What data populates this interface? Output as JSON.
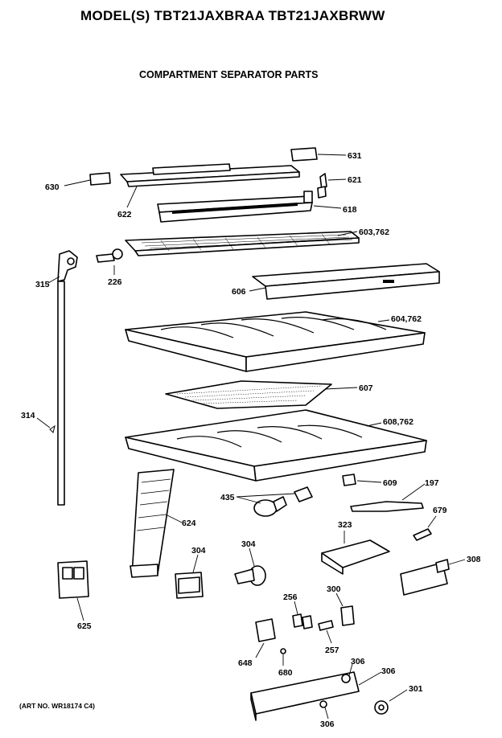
{
  "header": {
    "title": "MODEL(S) TBT21JAXBRAA  TBT21JAXBRWW",
    "subtitle": "COMPARTMENT SEPARATOR PARTS"
  },
  "footer": {
    "art_no": "(ART NO. WR18174 C4)"
  },
  "callouts": {
    "p631": "631",
    "p630": "630",
    "p622": "622",
    "p621": "621",
    "p618": "618",
    "p603": "603,762",
    "p315": "315",
    "p226": "226",
    "p606": "606",
    "p604": "604,762",
    "p607": "607",
    "p314": "314",
    "p608": "608,762",
    "p609": "609",
    "p197": "197",
    "p435": "435",
    "p624": "624",
    "p679": "679",
    "p323": "323",
    "p304a": "304",
    "p304b": "304",
    "p308": "308",
    "p625": "625",
    "p256": "256",
    "p300": "300",
    "p257": "257",
    "p648": "648",
    "p680": "680",
    "p306a": "306",
    "p306b": "306",
    "p306c": "306",
    "p301": "301"
  }
}
